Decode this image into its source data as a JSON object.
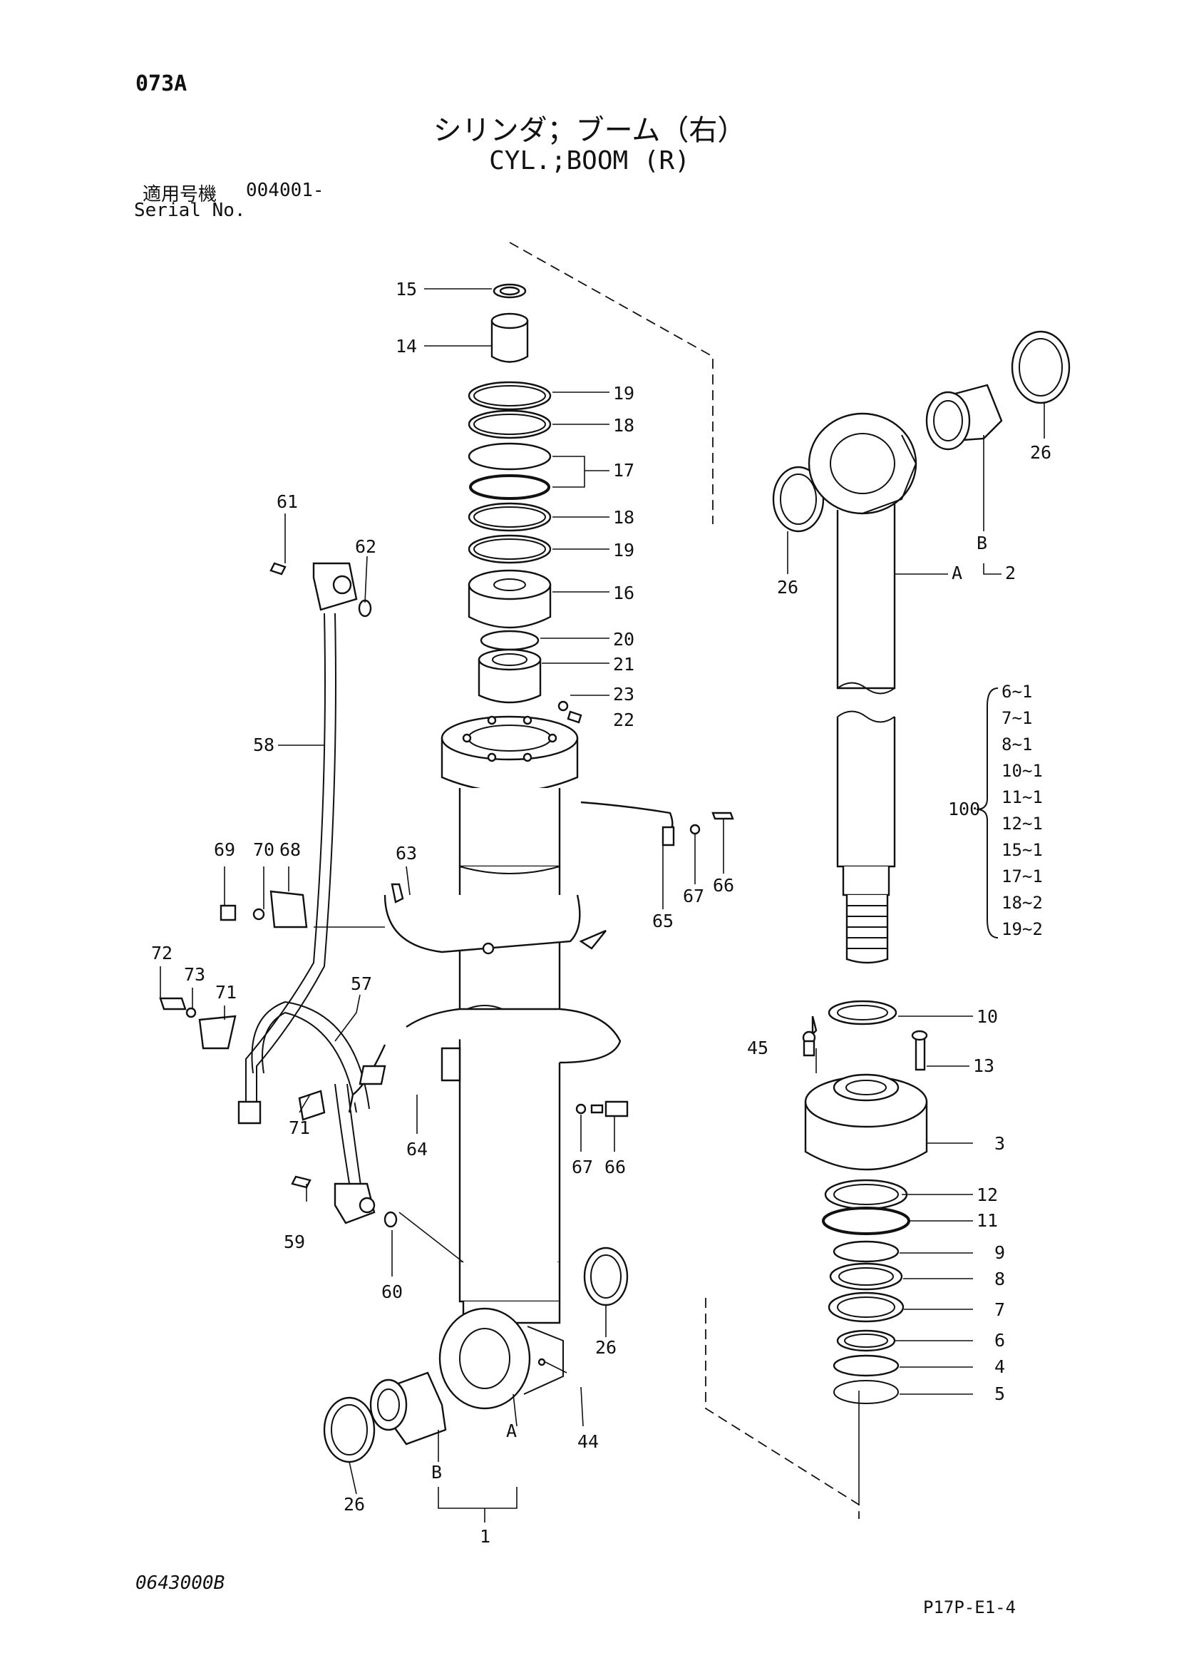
{
  "header": {
    "code": "073A",
    "title_jp": "シリンダ；ブーム（右）",
    "title_en": "CYL.;BOOM (R)",
    "serial_label_jp": "適用号機",
    "serial_value": "004001-",
    "serial_label_en": "Serial No."
  },
  "footer": {
    "drawing_no": "0643000B",
    "page_ref": "P17P-E1-4"
  },
  "callouts": [
    {
      "id": "c15",
      "label": "15"
    },
    {
      "id": "c14",
      "label": "14"
    },
    {
      "id": "c19a",
      "label": "19"
    },
    {
      "id": "c18a",
      "label": "18"
    },
    {
      "id": "c17",
      "label": "17"
    },
    {
      "id": "c18b",
      "label": "18"
    },
    {
      "id": "c19b",
      "label": "19"
    },
    {
      "id": "c16",
      "label": "16"
    },
    {
      "id": "c20",
      "label": "20"
    },
    {
      "id": "c21",
      "label": "21"
    },
    {
      "id": "c23",
      "label": "23"
    },
    {
      "id": "c22",
      "label": "22"
    },
    {
      "id": "c61",
      "label": "61"
    },
    {
      "id": "c62",
      "label": "62"
    },
    {
      "id": "c58",
      "label": "58"
    },
    {
      "id": "c63",
      "label": "63"
    },
    {
      "id": "c69",
      "label": "69"
    },
    {
      "id": "c70",
      "label": "70"
    },
    {
      "id": "c68",
      "label": "68"
    },
    {
      "id": "c72",
      "label": "72"
    },
    {
      "id": "c73",
      "label": "73"
    },
    {
      "id": "c71a",
      "label": "71"
    },
    {
      "id": "c57",
      "label": "57"
    },
    {
      "id": "c71b",
      "label": "71"
    },
    {
      "id": "c64",
      "label": "64"
    },
    {
      "id": "c59",
      "label": "59"
    },
    {
      "id": "c60",
      "label": "60"
    },
    {
      "id": "c65",
      "label": "65"
    },
    {
      "id": "c67a",
      "label": "67"
    },
    {
      "id": "c66a",
      "label": "66"
    },
    {
      "id": "c67b",
      "label": "67"
    },
    {
      "id": "c66b",
      "label": "66"
    },
    {
      "id": "c26a",
      "label": "26"
    },
    {
      "id": "c26b",
      "label": "26"
    },
    {
      "id": "c26c",
      "label": "26"
    },
    {
      "id": "c26d",
      "label": "26"
    },
    {
      "id": "c44",
      "label": "44"
    },
    {
      "id": "cA1",
      "label": "A"
    },
    {
      "id": "cB1",
      "label": "B"
    },
    {
      "id": "c1",
      "label": "1"
    },
    {
      "id": "cB2",
      "label": "B"
    },
    {
      "id": "cA2",
      "label": "A"
    },
    {
      "id": "c2",
      "label": "2"
    },
    {
      "id": "c10",
      "label": "10"
    },
    {
      "id": "c45",
      "label": "45"
    },
    {
      "id": "c13",
      "label": "13"
    },
    {
      "id": "c3",
      "label": "3"
    },
    {
      "id": "c12",
      "label": "12"
    },
    {
      "id": "c11",
      "label": "11"
    },
    {
      "id": "c9",
      "label": "9"
    },
    {
      "id": "c8",
      "label": "8"
    },
    {
      "id": "c7",
      "label": "7"
    },
    {
      "id": "c6",
      "label": "6"
    },
    {
      "id": "c4",
      "label": "4"
    },
    {
      "id": "c5",
      "label": "5"
    }
  ],
  "kit": {
    "label": "100",
    "items": [
      "6~1",
      "7~1",
      "8~1",
      "10~1",
      "11~1",
      "12~1",
      "15~1",
      "17~1",
      "18~2",
      "19~2"
    ]
  }
}
